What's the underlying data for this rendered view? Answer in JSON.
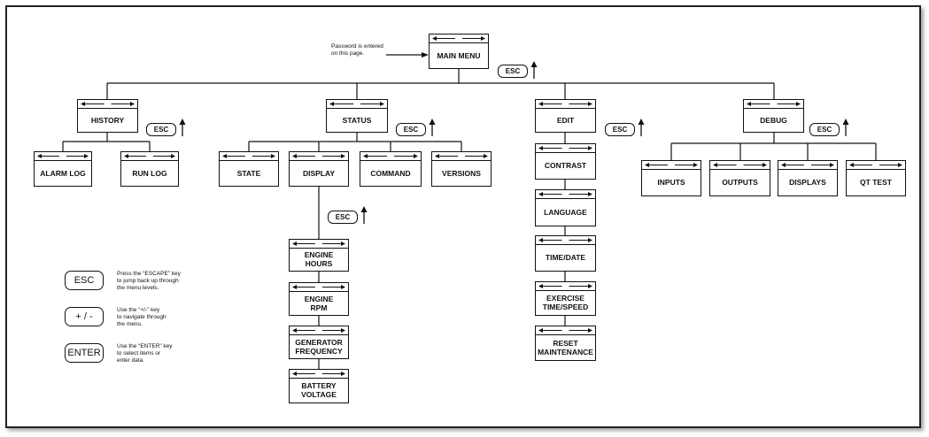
{
  "main": {
    "label": "MAIN MENU"
  },
  "note": {
    "text": "Password is entered\non this page."
  },
  "esc_label": "ESC",
  "menus": {
    "history": "HISTORY",
    "status": "STATUS",
    "edit": "EDIT",
    "debug": "DEBUG"
  },
  "history_items": [
    "ALARM LOG",
    "RUN LOG"
  ],
  "status_items": [
    "STATE",
    "DISPLAY",
    "COMMAND",
    "VERSIONS"
  ],
  "display_items": [
    "ENGINE\nHOURS",
    "ENGINE\nRPM",
    "GENERATOR\nFREQUENCY",
    "BATTERY\nVOLTAGE"
  ],
  "edit_items": [
    "CONTRAST",
    "LANGUAGE",
    "TIME/DATE",
    "EXERCISE\nTIME/SPEED",
    "RESET\nMAINTENANCE"
  ],
  "debug_items": [
    "INPUTS",
    "OUTPUTS",
    "DISPLAYS",
    "QT TEST"
  ],
  "legend": [
    {
      "key": "ESC",
      "text": "Press the “ESCAPE” key\nto jump back up through\nthe menu levels."
    },
    {
      "key": "+ / -",
      "text": "Use the “+/-” key\nto navigate through\nthe menu."
    },
    {
      "key": "ENTER",
      "text": "Use the “ENTER” key\nto select items or\nenter data."
    }
  ]
}
